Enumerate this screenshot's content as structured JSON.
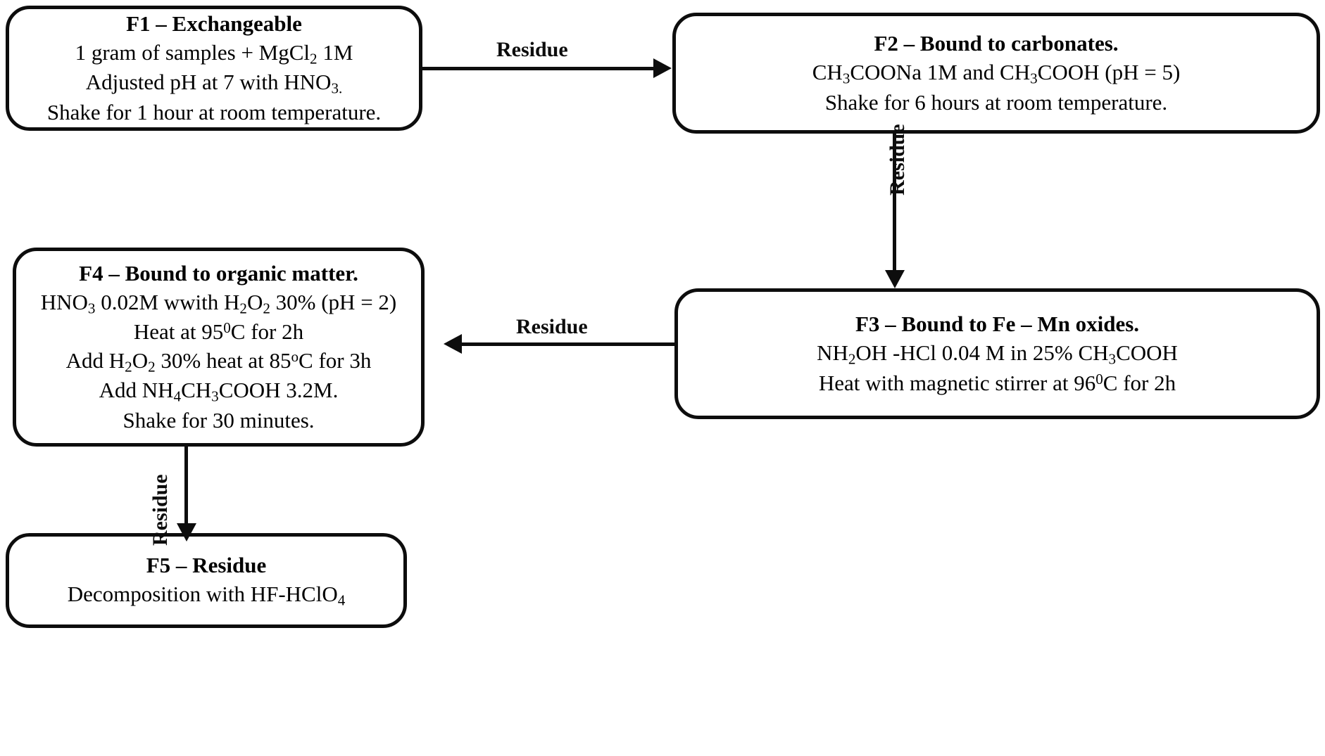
{
  "diagram": {
    "title": "Sequential extraction procedure flowchart",
    "line_color": "#0d0d0d",
    "background_color": "#ffffff"
  },
  "boxes": {
    "f1": {
      "title": "F1 – Exchangeable",
      "lines": [
        "1 gram of samples + MgCl2 1M",
        "Adjusted pH at 7 with HNO3.",
        "Shake for 1 hour at room temperature."
      ]
    },
    "f2": {
      "title": "F2 – Bound to carbonates.",
      "lines": [
        "CH3COONa 1M and CH3COOH (pH = 5)",
        "Shake for 6 hours at room temperature."
      ]
    },
    "f3": {
      "title": "F3 – Bound to Fe – Mn oxides.",
      "lines": [
        "NH2OH -HCl 0.04 M in 25% CH3COOH",
        "Heat with magnetic stirrer at 96 0C for 2h"
      ]
    },
    "f4": {
      "title": "F4 – Bound to organic matter.",
      "lines": [
        "HNO3 0.02M wwith H2O2 30% (pH = 2)",
        "Heat at 95 0C for 2h",
        "Add H2O2 30% heat at 85 oC for 3h",
        "Add NH4CH3COOH 3.2M.",
        "Shake for 30 minutes."
      ]
    },
    "f5": {
      "title": "F5 – Residue",
      "lines": [
        "Decomposition with HF-HClO4"
      ]
    }
  },
  "edges": {
    "f1_to_f2": {
      "label": "Residue",
      "direction": "right"
    },
    "f2_to_f3": {
      "label": "Residue",
      "direction": "down"
    },
    "f3_to_f4": {
      "label": "Residue",
      "direction": "left"
    },
    "f4_to_f5": {
      "label": "Residue",
      "direction": "down"
    }
  }
}
